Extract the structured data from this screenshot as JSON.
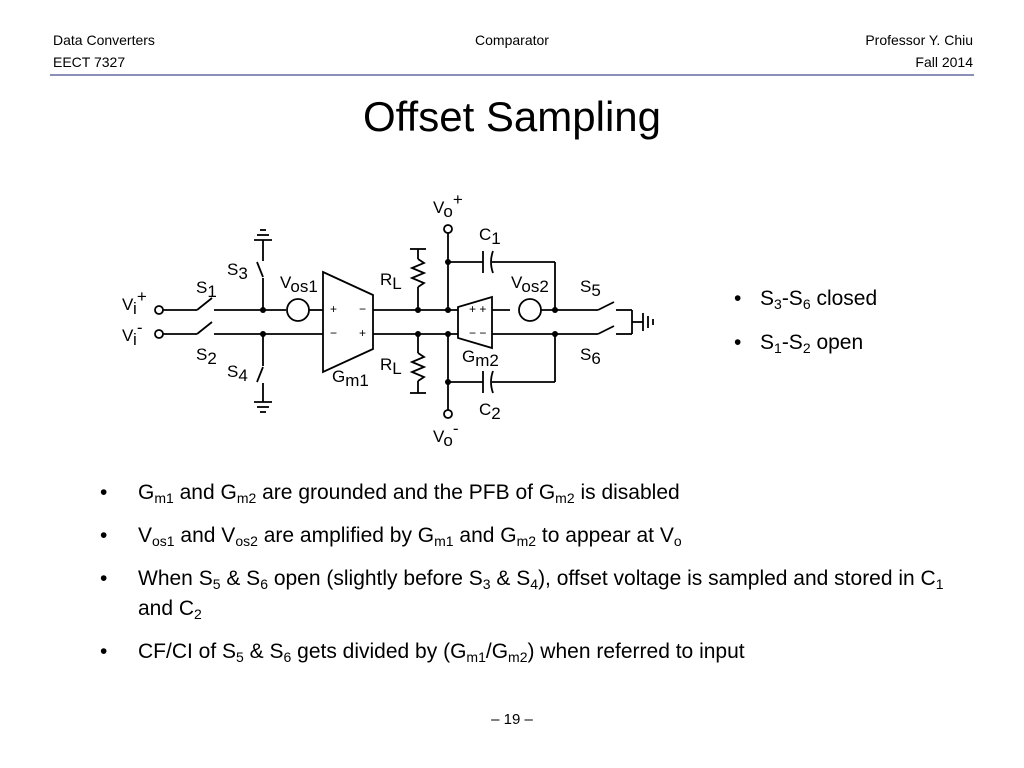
{
  "header": {
    "left_line1": "Data Converters",
    "left_line2": "EECT 7327",
    "center": "Comparator",
    "right_line1": "Professor Y. Chiu",
    "right_line2": "Fall 2014"
  },
  "slide": {
    "title": "Offset Sampling",
    "page_number": "– 19 –"
  },
  "circuit": {
    "labels": {
      "vo_plus": "V",
      "vo_plus_sub": "o",
      "vo_plus_sup": "+",
      "vo_minus": "V",
      "vo_minus_sub": "o",
      "vo_minus_sup": "-",
      "vi_plus": "V",
      "vi_plus_sub": "i",
      "vi_plus_sup": "+",
      "vi_minus": "V",
      "vi_minus_sub": "i",
      "vi_minus_sup": "-",
      "c1": "C",
      "c1_sub": "1",
      "c2": "C",
      "c2_sub": "2",
      "s1": "S",
      "s1_sub": "1",
      "s2": "S",
      "s2_sub": "2",
      "s3": "S",
      "s3_sub": "3",
      "s4": "S",
      "s4_sub": "4",
      "s5": "S",
      "s5_sub": "5",
      "s6": "S",
      "s6_sub": "6",
      "vos1": "V",
      "vos1_sub": "os1",
      "vos2": "V",
      "vos2_sub": "os2",
      "rl_top": "R",
      "rl_top_sub": "L",
      "rl_bot": "R",
      "rl_bot_sub": "L",
      "gm1": "G",
      "gm1_sub": "m1",
      "gm2": "G",
      "gm2_sub": "m2",
      "gm1_plus_top": "+",
      "gm1_minus_top": "−",
      "gm1_minus_bot": "−",
      "gm1_plus_bot": "+",
      "gm2_top": "+ +",
      "gm2_bot": "− −"
    }
  },
  "side_bullets": [
    {
      "a": "S",
      "a_sub": "3",
      "b": "-S",
      "b_sub": "6",
      "c": " closed"
    },
    {
      "a": "S",
      "a_sub": "1",
      "b": "-S",
      "b_sub": "2",
      "c": " open"
    }
  ],
  "bullets": {
    "b1": {
      "t1": "G",
      "s1": "m1",
      "t2": " and G",
      "s2": "m2",
      "t3": " are grounded and the PFB of G",
      "s3": "m2",
      "t4": " is disabled"
    },
    "b2": {
      "t1": "V",
      "s1": "os1",
      "t2": " and V",
      "s2": "os2",
      "t3": " are amplified by G",
      "s3": "m1",
      "t4": " and G",
      "s4": "m2",
      "t5": " to appear at V",
      "s5": "o"
    },
    "b3": {
      "t1": "When S",
      "s1": "5",
      "t2": " & S",
      "s2": "6",
      "t3": " open (slightly before S",
      "s3": "3",
      "t4": " & S",
      "s4": "4",
      "t5": "), offset voltage is sampled and stored in C",
      "s5": "1",
      "t6": " and C",
      "s6": "2"
    },
    "b4": {
      "t1": "CF/CI of S",
      "s1": "5",
      "t2": " & S",
      "s2": "6",
      "t3": " gets divided by (G",
      "s3": "m1",
      "t4": "/G",
      "s4": "m2",
      "t5": ") when referred to input"
    }
  }
}
